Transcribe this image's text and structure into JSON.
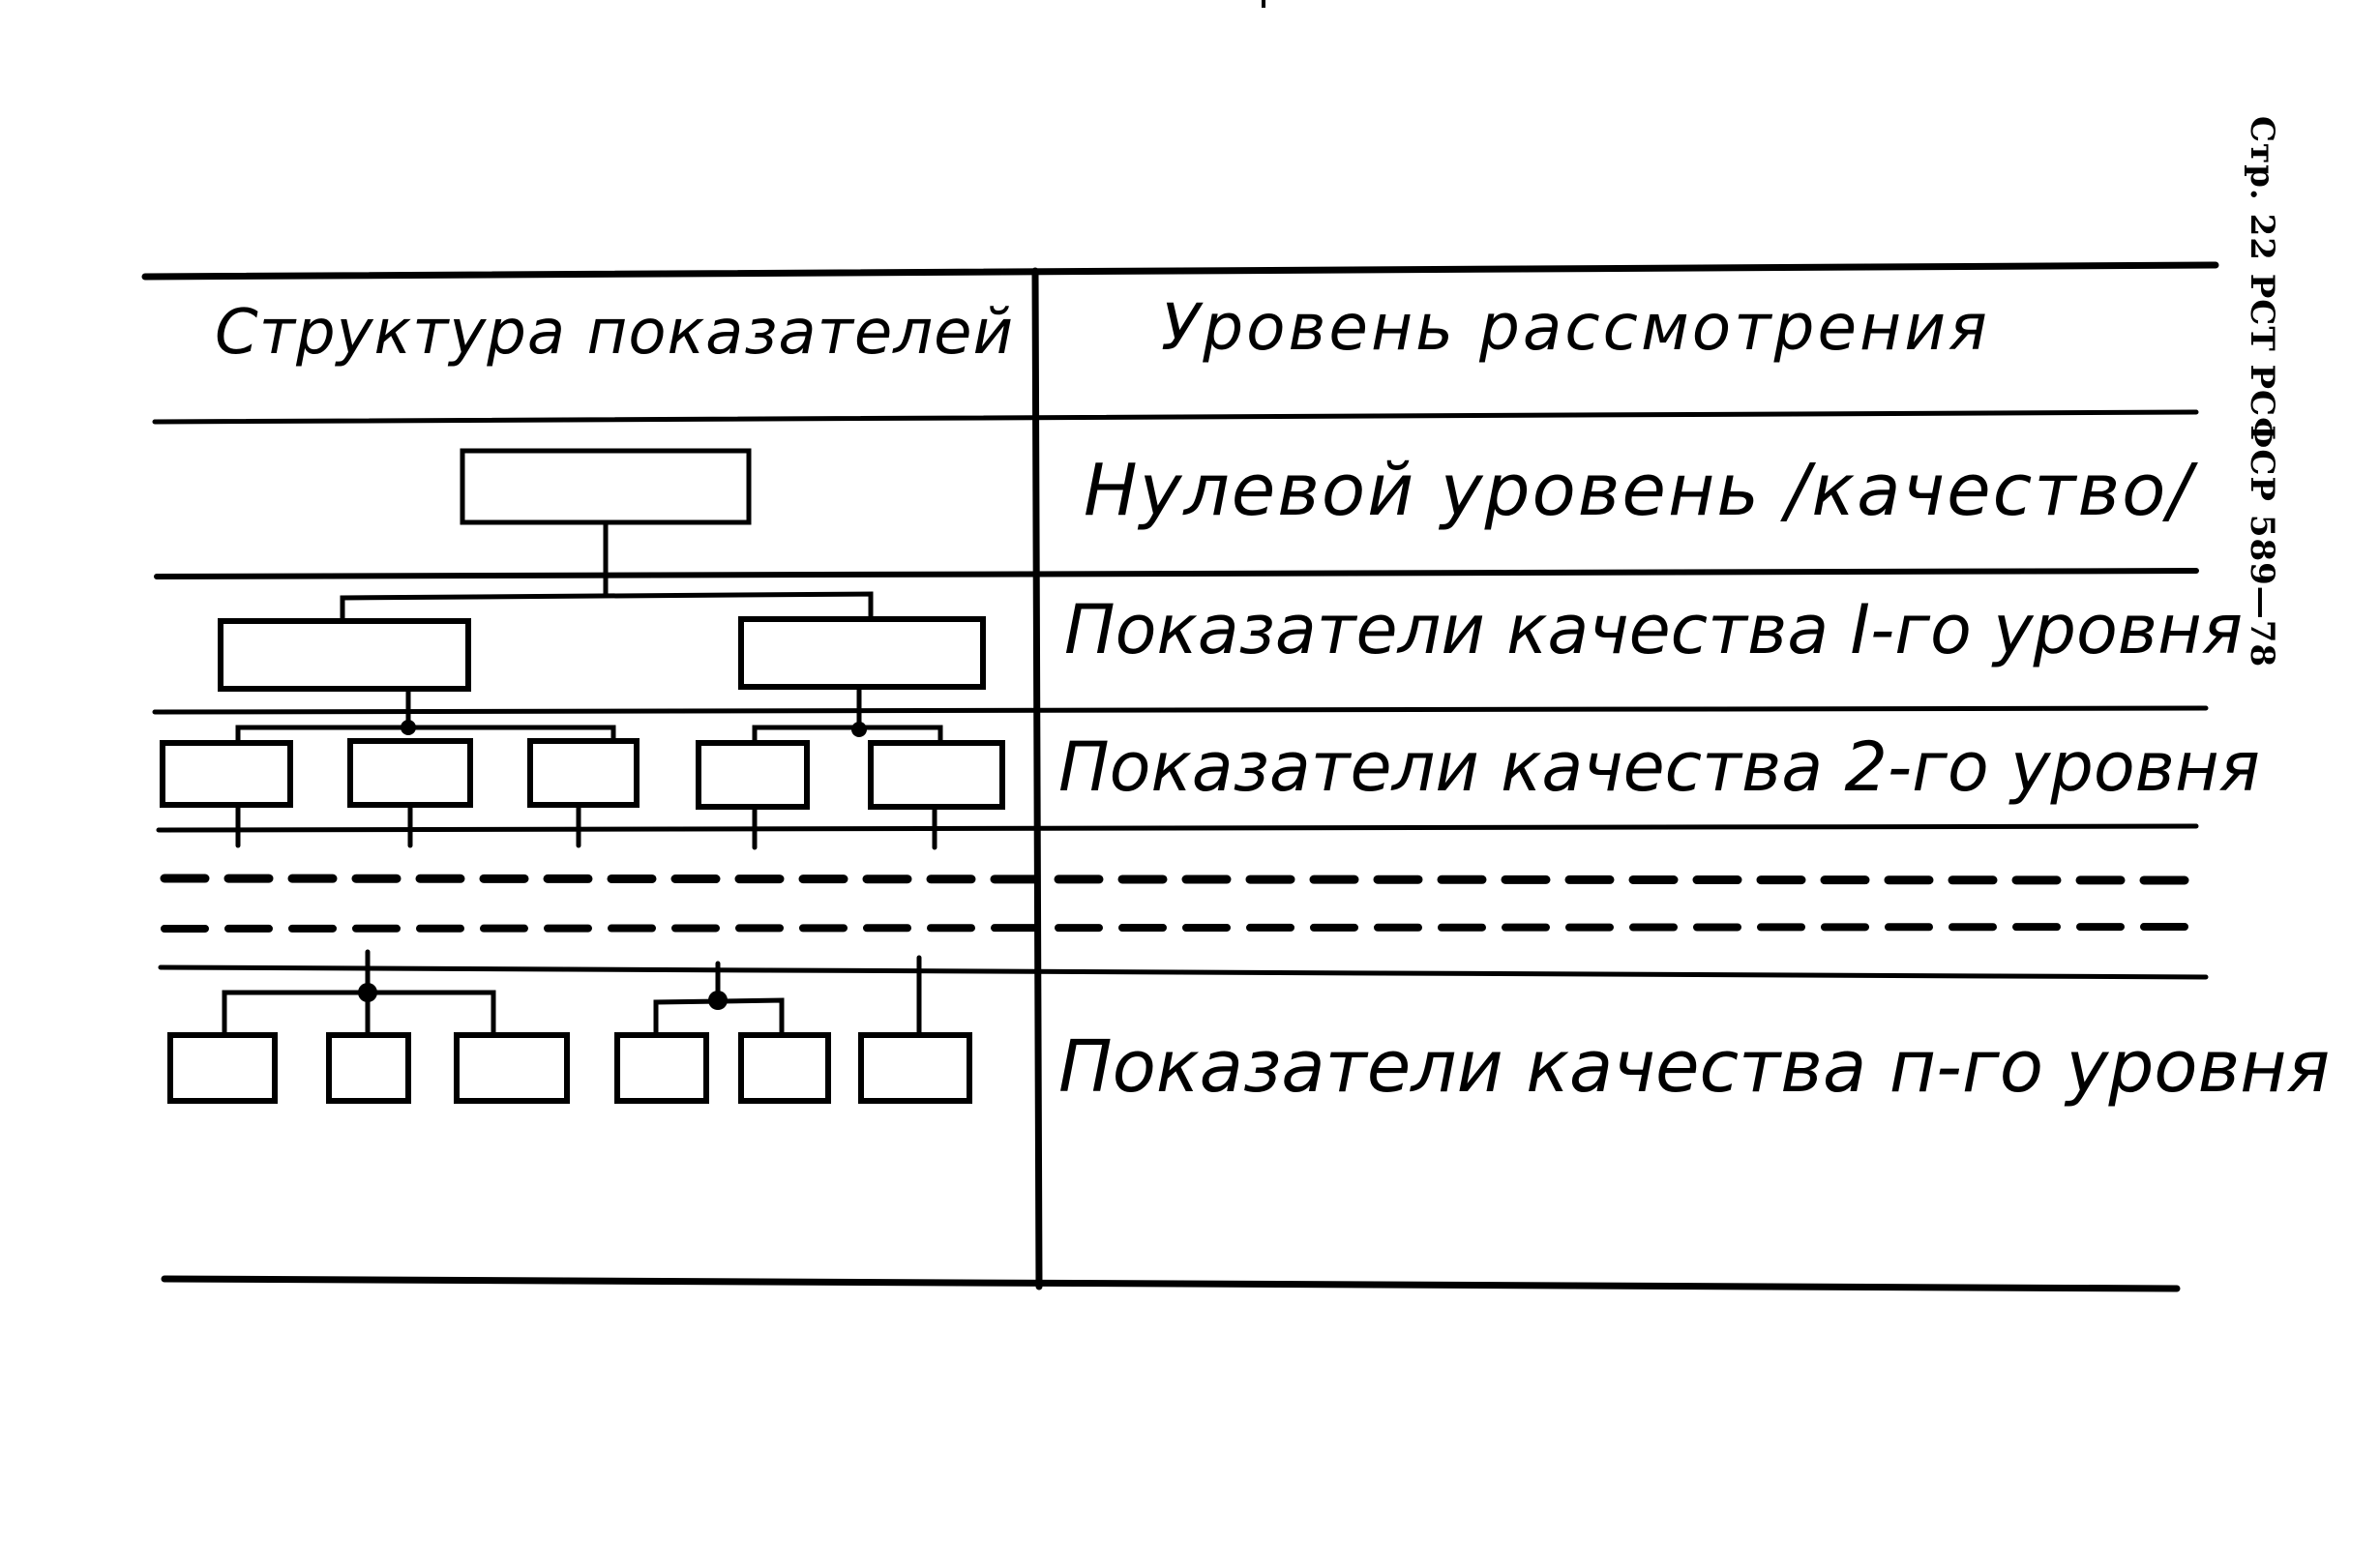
{
  "page_ref": "Стр. 22 РСТ РСФСР 589—78",
  "table": {
    "header": {
      "left": "Структура показателей",
      "right": "Уровень рассмотрения"
    },
    "levels": [
      {
        "label": "Нулевой уровень /качество/"
      },
      {
        "label": "Показатели качества I-го уровня"
      },
      {
        "label": "Показатели качества 2-го уровня"
      },
      {
        "label": "Показатели качества п-го уровня"
      }
    ]
  }
}
